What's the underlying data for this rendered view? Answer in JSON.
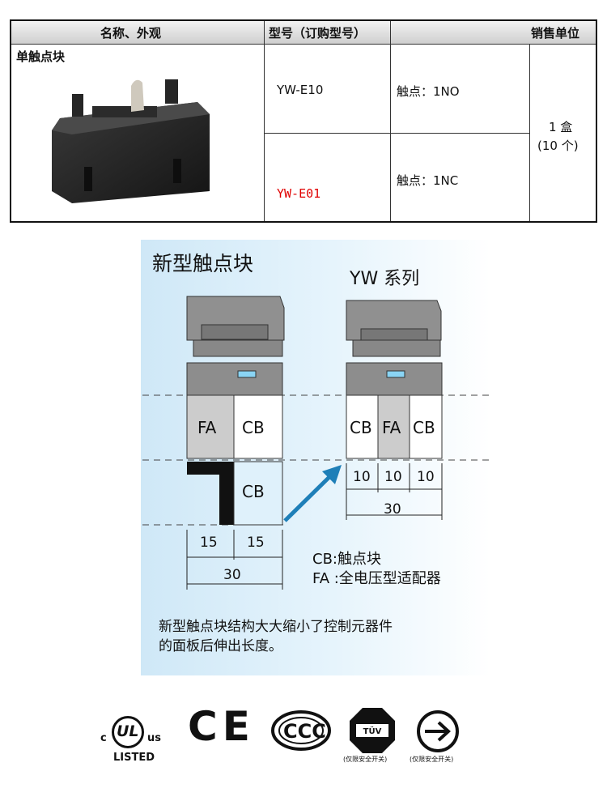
{
  "table": {
    "headers": {
      "name": "名称、外观",
      "model": "型号（订购型号）",
      "unit": "销售单位"
    },
    "product_name": "单触点块",
    "rows": [
      {
        "model": "YW-E10",
        "model_color": "#111111",
        "contact": "触点：1NO"
      },
      {
        "model": "YW-E01",
        "model_color": "#e00000",
        "contact": "触点：1NC"
      }
    ],
    "unit_line1": "1 盒",
    "unit_line2": "(10 个)"
  },
  "diagram": {
    "title": "新型触点块",
    "series": "YW 系列",
    "left": {
      "fa": "FA",
      "cb_top": "CB",
      "cb_bottom": "CB",
      "dim_a": "15",
      "dim_b": "15",
      "dim_total": "30"
    },
    "right": {
      "cb1": "CB",
      "fa": "FA",
      "cb2": "CB",
      "dim_a": "10",
      "dim_b": "10",
      "dim_c": "10",
      "dim_total": "30"
    },
    "legend_cb": "CB:触点块",
    "legend_fa": "FA :全电压型适配器",
    "description_line1": "新型触点块结构大大缩小了控制元器件",
    "description_line2": "的面板后伸出长度。"
  },
  "certifications": {
    "ul": {
      "c": "c",
      "mark": "UL",
      "us": "us",
      "listed": "LISTED"
    },
    "ce": "CE",
    "ccc": "CCC",
    "tuv": {
      "mark": "TÜV",
      "note": "(仅限安全开关)"
    },
    "arrow_note": "(仅限安全开关)"
  }
}
